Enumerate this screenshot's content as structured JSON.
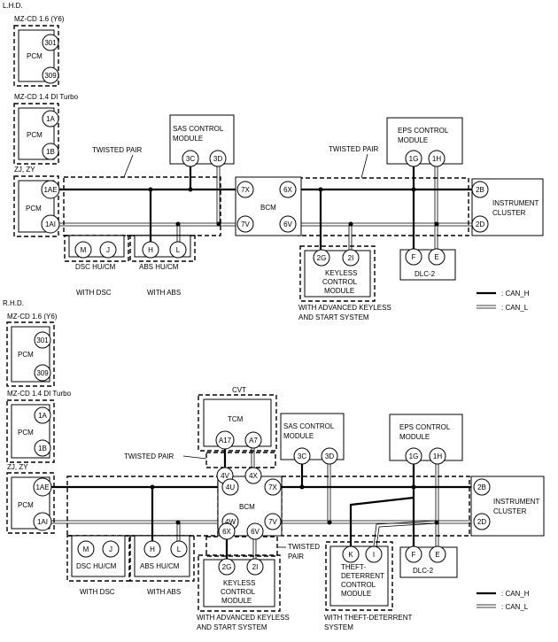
{
  "lhd": {
    "title": "L.H.D.",
    "engine1": "MZ-CD 1.6 (Y6)",
    "engine2": "MZ-CD 1.4 DI Turbo",
    "engine3": "ZJ, ZY",
    "pcm": "PCM",
    "pcm1_pins": [
      "301",
      "309"
    ],
    "pcm2_pins": [
      "1A",
      "1B"
    ],
    "pcm3_pins": [
      "1AE",
      "1AI"
    ],
    "twisted_pair_1": "TWISTED PAIR",
    "twisted_pair_2": "TWISTED PAIR",
    "sas_label": [
      "SAS CONTROL",
      "MODULE"
    ],
    "sas_pins": [
      "3C",
      "3D"
    ],
    "bcm": "BCM",
    "bcm_pins": [
      "7X",
      "7V",
      "6X",
      "6V"
    ],
    "eps_label": [
      "EPS CONTROL",
      "MODULE"
    ],
    "eps_pins": [
      "1G",
      "1H"
    ],
    "cluster": [
      "INSTRUMENT",
      "CLUSTER"
    ],
    "cluster_pins": [
      "2B",
      "2D"
    ],
    "dsc": "DSC HU/CM",
    "dsc_pins": [
      "M",
      "J"
    ],
    "abs": "ABS HU/CM",
    "abs_pins": [
      "H",
      "L"
    ],
    "with_dsc": "WITH DSC",
    "with_abs": "WITH ABS",
    "keyless_pins": [
      "2G",
      "2I"
    ],
    "keyless_label": [
      "KEYLESS",
      "CONTROL",
      "MODULE"
    ],
    "keyless_caption": [
      "WITH ADVANCED KEYLESS",
      "AND START SYSTEM"
    ],
    "dlc": "DLC-2",
    "dlc_pins": [
      "F",
      "E"
    ],
    "legend_h": ": CAN_H",
    "legend_l": ": CAN_L"
  },
  "rhd": {
    "title": "R.H.D.",
    "engine1": "MZ-CD 1.6 (Y6)",
    "engine2": "MZ-CD 1.4 DI Turbo",
    "engine3": "ZJ, ZY",
    "pcm": "PCM",
    "pcm1_pins": [
      "301",
      "309"
    ],
    "pcm2_pins": [
      "1A",
      "1B"
    ],
    "pcm3_pins": [
      "1AE",
      "1AI"
    ],
    "cvt": "CVT",
    "tcm": "TCM",
    "tcm_pins": [
      "A17",
      "A7"
    ],
    "twisted_pair_1": "TWISTED PAIR",
    "twisted_pair_2": [
      "TWISTED",
      "PAIR"
    ],
    "sas_label": [
      "SAS CONTROL",
      "MODULE"
    ],
    "sas_pins": [
      "3C",
      "3D"
    ],
    "bcm": "BCM",
    "bcm_pins": [
      "4V",
      "4X",
      "4U",
      "4W",
      "7X",
      "7V",
      "6X",
      "6V"
    ],
    "eps_label": [
      "EPS CONTROL",
      "MODULE"
    ],
    "eps_pins": [
      "1G",
      "1H"
    ],
    "cluster": [
      "INSTRUMENT",
      "CLUSTER"
    ],
    "cluster_pins": [
      "2B",
      "2D"
    ],
    "dsc": "DSC HU/CM",
    "dsc_pins": [
      "M",
      "J"
    ],
    "abs": "ABS HU/CM",
    "abs_pins": [
      "H",
      "L"
    ],
    "with_dsc": "WITH DSC",
    "with_abs": "WITH ABS",
    "keyless_pins": [
      "2G",
      "2I"
    ],
    "keyless_label": [
      "KEYLESS",
      "CONTROL",
      "MODULE"
    ],
    "keyless_caption": [
      "WITH ADVANCED KEYLESS",
      "AND START SYSTEM"
    ],
    "theft_pins": [
      "K",
      "I"
    ],
    "theft_label": [
      "THEFT-",
      "DETERRENT",
      "CONTROL",
      "MODULE"
    ],
    "theft_caption": [
      "WITH THEFT-DETERRENT",
      "SYSTEM"
    ],
    "dlc": "DLC-2",
    "dlc_pins": [
      "F",
      "E"
    ],
    "legend_h": ": CAN_H",
    "legend_l": ": CAN_L"
  }
}
